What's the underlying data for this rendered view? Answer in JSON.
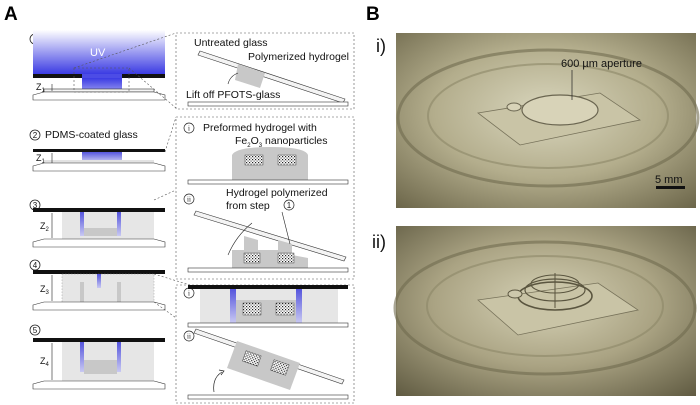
{
  "panel_a": {
    "letter": "A",
    "uv_label": "UV",
    "pdms_label": "PDMS-coated glass",
    "steps": [
      "1",
      "2",
      "3",
      "4",
      "5"
    ],
    "gaps": [
      {
        "main": "Z",
        "sub": "1"
      },
      {
        "main": "Z",
        "sub": "1"
      },
      {
        "main": "Z",
        "sub": "2"
      },
      {
        "main": "Z",
        "sub": "3"
      },
      {
        "main": "Z",
        "sub": "4"
      }
    ],
    "inset_top": {
      "untreated": "Untreated glass",
      "hydrogel": "Polymerized hydrogel",
      "liftoff": "Lift off PFOTS-glass"
    },
    "inset_mid": {
      "roman_i": "i",
      "roman_ii": "ii",
      "preformed_line1": "Preformed hydrogel with",
      "fe": "Fe",
      "fe_sub1": "2",
      "fe_o": "O",
      "fe_sub2": "3",
      "fe_rest": " nanoparticles",
      "polymerized_line1": "Hydrogel polymerized",
      "polymerized_line2": "from step",
      "step_ref": "1"
    },
    "inset_bot": {
      "roman_i": "i",
      "roman_ii": "ii"
    }
  },
  "panel_b": {
    "letter": "B",
    "photo_i_label": "i)",
    "photo_ii_label": "ii)",
    "aperture_label": "600 µm aperture",
    "scale_label": "5 mm"
  },
  "colors": {
    "uv": "#4c4ce6",
    "hydrogel": "#c8c8c8",
    "glass": "#f2f2f2",
    "photo_bg": "#8a8468"
  }
}
